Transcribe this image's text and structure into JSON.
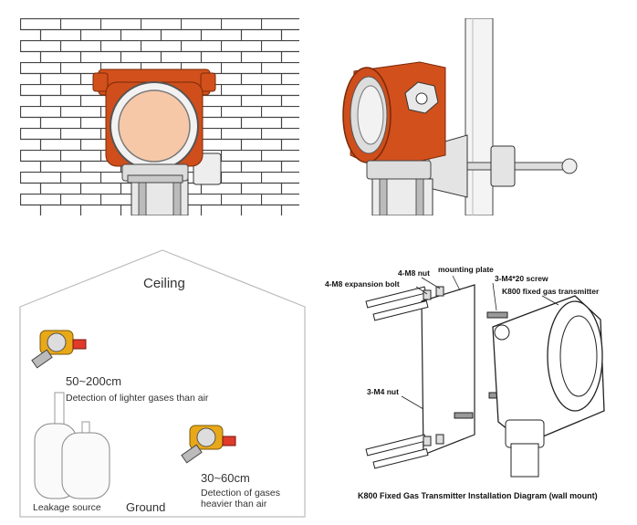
{
  "colors": {
    "housing": "#d2501c",
    "housing_dark": "#a83a10",
    "window": "#f6c8a8",
    "brick_line": "#444",
    "metal": "#b8b8b8",
    "sensor_red": "#e03a2a",
    "sensor_yellow": "#e8a818"
  },
  "placement": {
    "ceiling": "Ceiling",
    "light_distance": "50~200cm",
    "light_desc": "Detection of lighter gases than air",
    "leak": "Leakage source",
    "ground": "Ground",
    "heavy_distance": "30~60cm",
    "heavy_desc_line1": "Detection of gases",
    "heavy_desc_line2": "heavier than air"
  },
  "install": {
    "expansion_bolt": "4-M8 expansion bolt",
    "m8_nut": "4-M8 nut",
    "mounting_plate": "mounting plate",
    "screw": "3-M4*20  screw",
    "transmitter": "K800 fixed gas transmitter",
    "m4_nut": "3-M4 nut",
    "caption": "K800 Fixed Gas Transmitter  Installation Diagram (wall mount)"
  }
}
